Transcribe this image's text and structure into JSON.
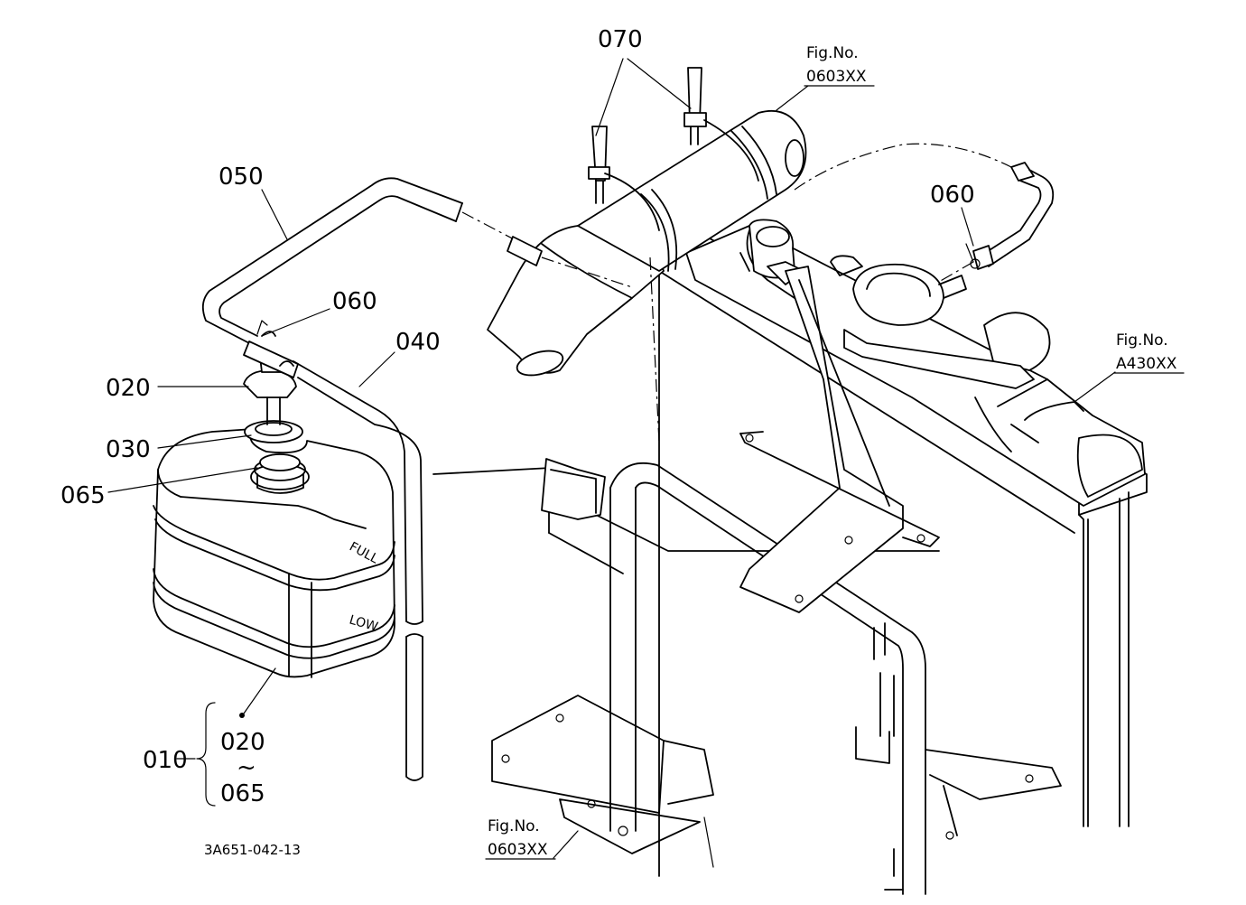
{
  "diagram": {
    "drawing_code": "3A651-042-13",
    "part_labels": {
      "p070": "070",
      "p050": "050",
      "p060_left": "060",
      "p060_right": "060",
      "p040": "040",
      "p020": "020",
      "p030": "030",
      "p065": "065",
      "p010": "010",
      "range_from": "020",
      "range_sep": "~",
      "range_to": "065"
    },
    "tank_marks": {
      "full": "FULL",
      "low": "LOW"
    },
    "figure_refs": [
      {
        "label": "Fig.No.",
        "number": "0603XX"
      },
      {
        "label": "Fig.No.",
        "number": "A430XX"
      },
      {
        "label": "Fig.No.",
        "number": "0603XX"
      }
    ]
  }
}
